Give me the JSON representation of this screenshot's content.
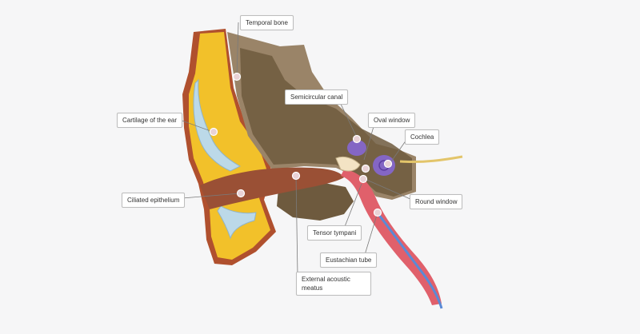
{
  "labels": {
    "temporal_bone": "Temporal bone",
    "semicircular_canal": "Semicircular canal",
    "oval_window": "Oval window",
    "cartilage": "Cartilage of the ear",
    "cochlea": "Cochlea",
    "ciliated_epithelium": "Ciliated epithelium",
    "round_window": "Round window",
    "tensor_tympani": "Tensor tympani",
    "eustachian_tube": "Eustachian tube",
    "external_meatus": "External acoustic meatus"
  },
  "colors": {
    "background": "#f6f6f7",
    "bone": "#9a8468",
    "skin_outer": "#b0502e",
    "fat": "#f2c12a",
    "cartilage": "#bcd9e8",
    "canal_muscle": "#9a5035",
    "spongy_bone": "#6e5a3e",
    "cochlea": "#8466c4",
    "tube": "#e0606b",
    "nerve": "#e3c56a",
    "vessel": "#5a8ad6",
    "marker": "#e9d2d6"
  }
}
